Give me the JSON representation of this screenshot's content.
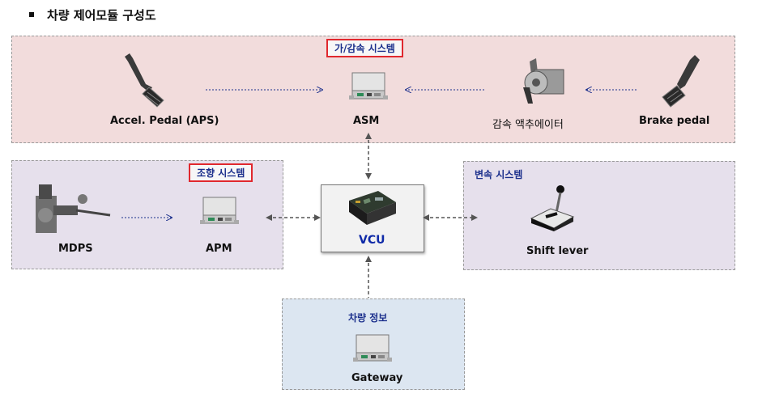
{
  "title": "차량 제어모듈 구성도",
  "panels": {
    "accel": {
      "system_label": "가/감속 시스템",
      "aps_label": "Accel. Pedal (APS)",
      "asm_label": "ASM",
      "actuator_label": "감속 액추에이터",
      "brake_label": "Brake pedal"
    },
    "steering": {
      "system_label": "조향 시스템",
      "mdps_label": "MDPS",
      "apm_label": "APM"
    },
    "transmission": {
      "system_label": "변속 시스템",
      "shift_label": "Shift lever"
    },
    "vehicle_info": {
      "system_label": "차량 정보",
      "gateway_label": "Gateway"
    },
    "vcu": {
      "label": "VCU"
    }
  }
}
